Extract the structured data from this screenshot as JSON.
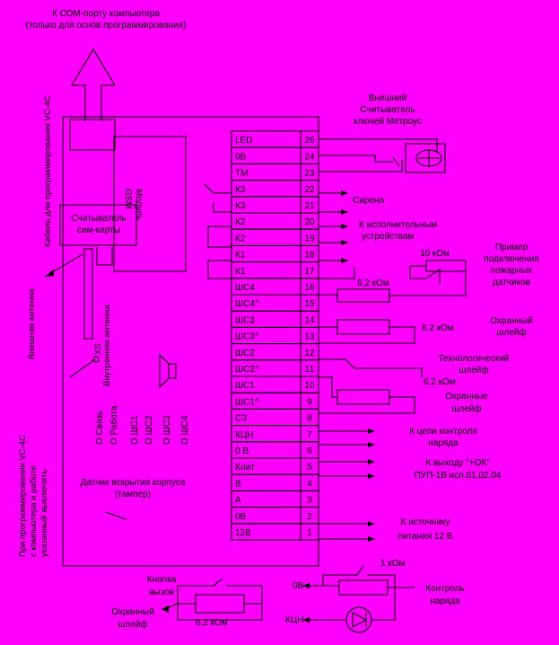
{
  "colors": {
    "background": "#ff00ff",
    "ink": "#000000"
  },
  "top_note": [
    "К СОМ-порту компьютера",
    "(только для основ программирования)"
  ],
  "cable_note": "Кабель для программирования VC-4C",
  "modem_label": [
    "Модуль",
    "GSM"
  ],
  "sim_reader_label": [
    "Считыватель",
    "сим-карты"
  ],
  "reader": {
    "label": [
      "Внешний",
      "Считыватель",
      "ключей Метроус"
    ]
  },
  "pins": [
    {
      "label": "LED",
      "num": "26"
    },
    {
      "label": "0В",
      "num": "24"
    },
    {
      "label": "ТМ",
      "num": "23"
    },
    {
      "label": "К3",
      "num": "22"
    },
    {
      "label": "К3",
      "num": "21"
    },
    {
      "label": "К2",
      "num": "20"
    },
    {
      "label": "К2",
      "num": "19"
    },
    {
      "label": "К1",
      "num": "18"
    },
    {
      "label": "К1",
      "num": "17"
    },
    {
      "label": "ШС4",
      "num": "16"
    },
    {
      "label": "ШС4^",
      "num": "15"
    },
    {
      "label": "ШС3",
      "num": "14"
    },
    {
      "label": "ШС3^",
      "num": "13"
    },
    {
      "label": "ШС2",
      "num": "12"
    },
    {
      "label": "ШС2^",
      "num": "11"
    },
    {
      "label": "ШС1",
      "num": "10"
    },
    {
      "label": "ШС1^",
      "num": "9"
    },
    {
      "label": "СЗ",
      "num": "8"
    },
    {
      "label": "КЦН",
      "num": "7"
    },
    {
      "label": "0 В",
      "num": "6"
    },
    {
      "label": "Клит",
      "num": "5"
    },
    {
      "label": "В",
      "num": "4"
    },
    {
      "label": "А",
      "num": "3"
    },
    {
      "label": "0В",
      "num": "2"
    },
    {
      "label": "12В",
      "num": "1"
    }
  ],
  "right_labels": {
    "siren": "Сирена",
    "executive": [
      "К исполнительным",
      "устройствам"
    ],
    "resistor_10k": "10 кОм",
    "example_fire": [
      "Пример",
      "подключения",
      "пожарных",
      "датчиков"
    ],
    "r62_a": "6,2 кОм",
    "r62_b": "6,2 кОм",
    "r62_c": "6,2 кОм",
    "alarm_loop_a": [
      "Охранный",
      "шлейф"
    ],
    "tech_loop": [
      "Технологический",
      "шлейф"
    ],
    "alarm_loop_b": [
      "Охранные",
      "шлейф"
    ],
    "control_circuit": [
      "К цепи контроля",
      "наряда"
    ],
    "ok_output": [
      "К выходу \"+ОК\"",
      "ПУП-1В исп.01,02,04"
    ],
    "power": [
      "К источнику",
      "питания 12 В"
    ]
  },
  "led_labels": [
    "О Связь",
    "О Работа",
    "О ШС1",
    "О ШС2",
    "О ШС3",
    "О ШС4"
  ],
  "antenna_labels": {
    "internal": "Внутренняя антенна",
    "external": "Внешняя антенна",
    "junction": "ХS"
  },
  "left_note": [
    "При программировании VC-4C",
    "с компьютера и работе",
    "указанный выключить"
  ],
  "case_sensor": [
    "Датчик вскрытия корпуса",
    "(тампер)"
  ],
  "bottom": {
    "button": [
      "Кнопка",
      "вызов"
    ],
    "alarm_loop": [
      "Охранный",
      "шлейф"
    ],
    "resistor": "6,2 кОм",
    "resistor_1k": "1 кОм",
    "terminal_0v": "0В",
    "terminal_kcn": "КЦН",
    "control_label": [
      "Контроль",
      "наряда"
    ]
  }
}
